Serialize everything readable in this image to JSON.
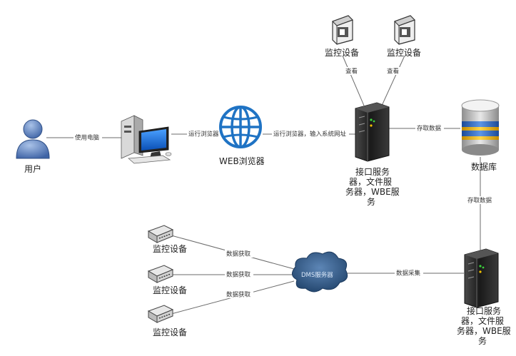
{
  "nodes": {
    "user": "用户",
    "web_browser": "WEB浏览器",
    "monitor_top_1": "监控设备",
    "monitor_top_2": "监控设备",
    "server_top": [
      "接口服务",
      "器，文件服",
      "务器，WBE服",
      "务"
    ],
    "database": "数据库",
    "server_bottom": [
      "接口服务",
      "器，文件服",
      "务器，WBE服",
      "务"
    ],
    "monitor_bottom_1": "监控设备",
    "monitor_bottom_2": "监控设备",
    "monitor_bottom_3": "监控设备",
    "cloud": "DMS服务器"
  },
  "edges": {
    "user_to_pc": "使用电脑",
    "pc_to_browser": "运行浏览器",
    "browser_to_server": "运行浏览器，输入系统网址",
    "server_to_monitor_1": "查看",
    "server_to_monitor_2": "查看",
    "server_to_db": "存取数据",
    "db_to_server_bottom": "存取数据",
    "monitor_b1_to_cloud": "数据获取",
    "monitor_b2_to_cloud": "数据获取",
    "monitor_b3_to_cloud": "数据获取",
    "cloud_to_server_bottom": "数据采集"
  },
  "colors": {
    "user_icon": "#5b7fb8",
    "globe": "#1f73c4",
    "server": "#2a2a2a",
    "cloud": "#2a4f7a",
    "db_blue": "#2b5fb3",
    "db_gold": "#f0b400",
    "edge": "#6b6b6b"
  }
}
